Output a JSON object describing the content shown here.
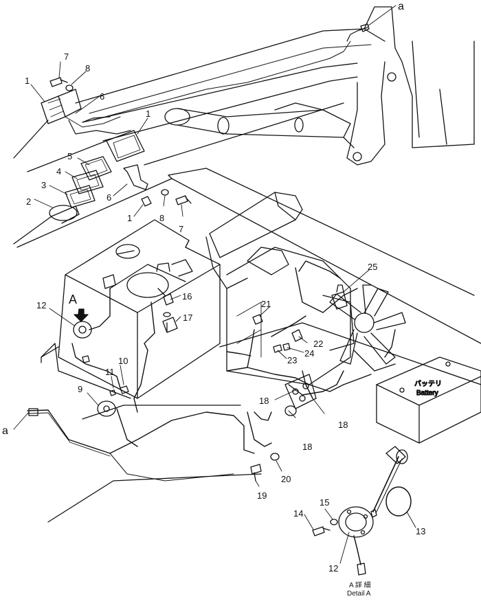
{
  "callouts": {
    "n1": "1",
    "n2": "2",
    "n3": "3",
    "n4": "4",
    "n5": "5",
    "n6": "6",
    "n7": "7",
    "n8": "8",
    "n9": "9",
    "n10": "10",
    "n11": "11",
    "n12": "12",
    "n13": "13",
    "n14": "14",
    "n15": "15",
    "n16": "16",
    "n17": "17",
    "n18": "18",
    "n19": "19",
    "n20": "20",
    "n21": "21",
    "n22": "22",
    "n23": "23",
    "n24": "24",
    "n25": "25"
  },
  "markers": {
    "connector": "a",
    "detail_view": "A"
  },
  "battery": {
    "label_jp": "バッテリ",
    "label_en": "Battery"
  },
  "detail": {
    "label_jp": "A 詳 細",
    "label_en": "Detail A"
  }
}
